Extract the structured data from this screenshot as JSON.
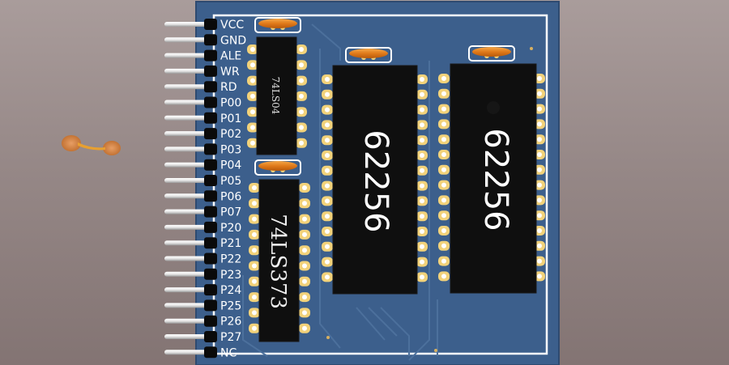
{
  "board": {
    "pin_labels": [
      "VCC",
      "GND",
      "ALE",
      "WR",
      "RD",
      "P00",
      "P01",
      "P02",
      "P03",
      "P04",
      "P05",
      "P06",
      "P07",
      "P20",
      "P21",
      "P22",
      "P23",
      "P24",
      "P25",
      "P26",
      "P27",
      "NC"
    ]
  },
  "chips": {
    "inverter": "74LS04",
    "latch": "74LS373",
    "ram_left": "62256",
    "ram_right": "62256"
  },
  "colors": {
    "pcb": "#3c5f8c",
    "silkscreen": "#ffffff",
    "pad": "#e8c870",
    "chip_body": "#0f0f0f",
    "capacitor": "#e07a1a",
    "header_pin": "#f2f2f2"
  }
}
